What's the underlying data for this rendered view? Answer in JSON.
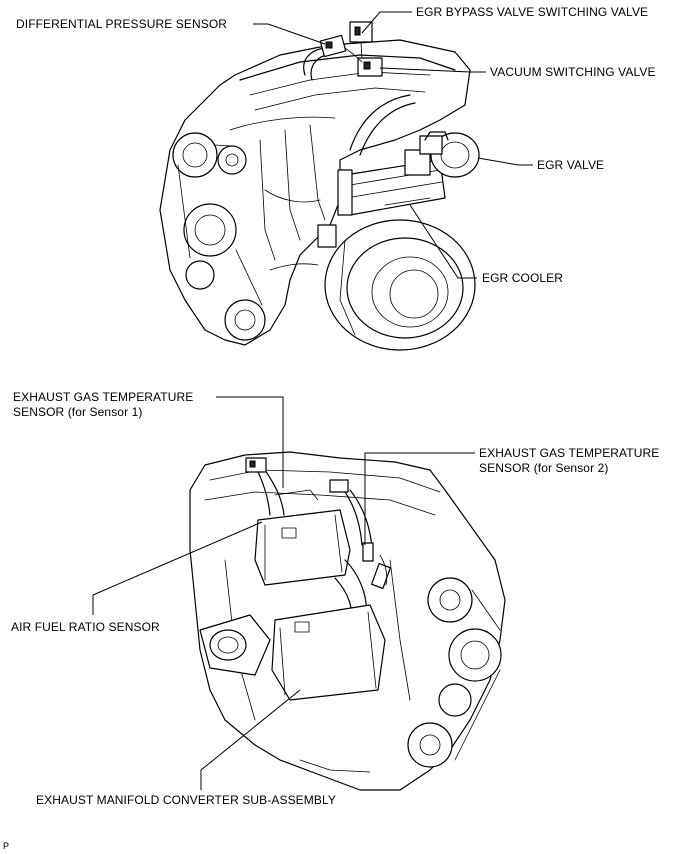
{
  "labels": {
    "differential_pressure_sensor": "DIFFERENTIAL PRESSURE SENSOR",
    "egr_bypass_valve_switching_valve": "EGR BYPASS VALVE SWITCHING VALVE",
    "vacuum_switching_valve": "VACUUM SWITCHING VALVE",
    "egr_valve": "EGR VALVE",
    "egr_cooler": "EGR COOLER",
    "exhaust_gas_temp_sensor_1": {
      "line1": "EXHAUST GAS TEMPERATURE",
      "line2": "SENSOR (for Sensor 1)"
    },
    "exhaust_gas_temp_sensor_2": {
      "line1": "EXHAUST GAS TEMPERATURE",
      "line2": "SENSOR (for Sensor 2)"
    },
    "air_fuel_ratio_sensor": "AIR FUEL RATIO SENSOR",
    "exhaust_manifold_converter": "EXHAUST MANIFOLD CONVERTER SUB-ASSEMBLY"
  },
  "corner_mark": "P"
}
